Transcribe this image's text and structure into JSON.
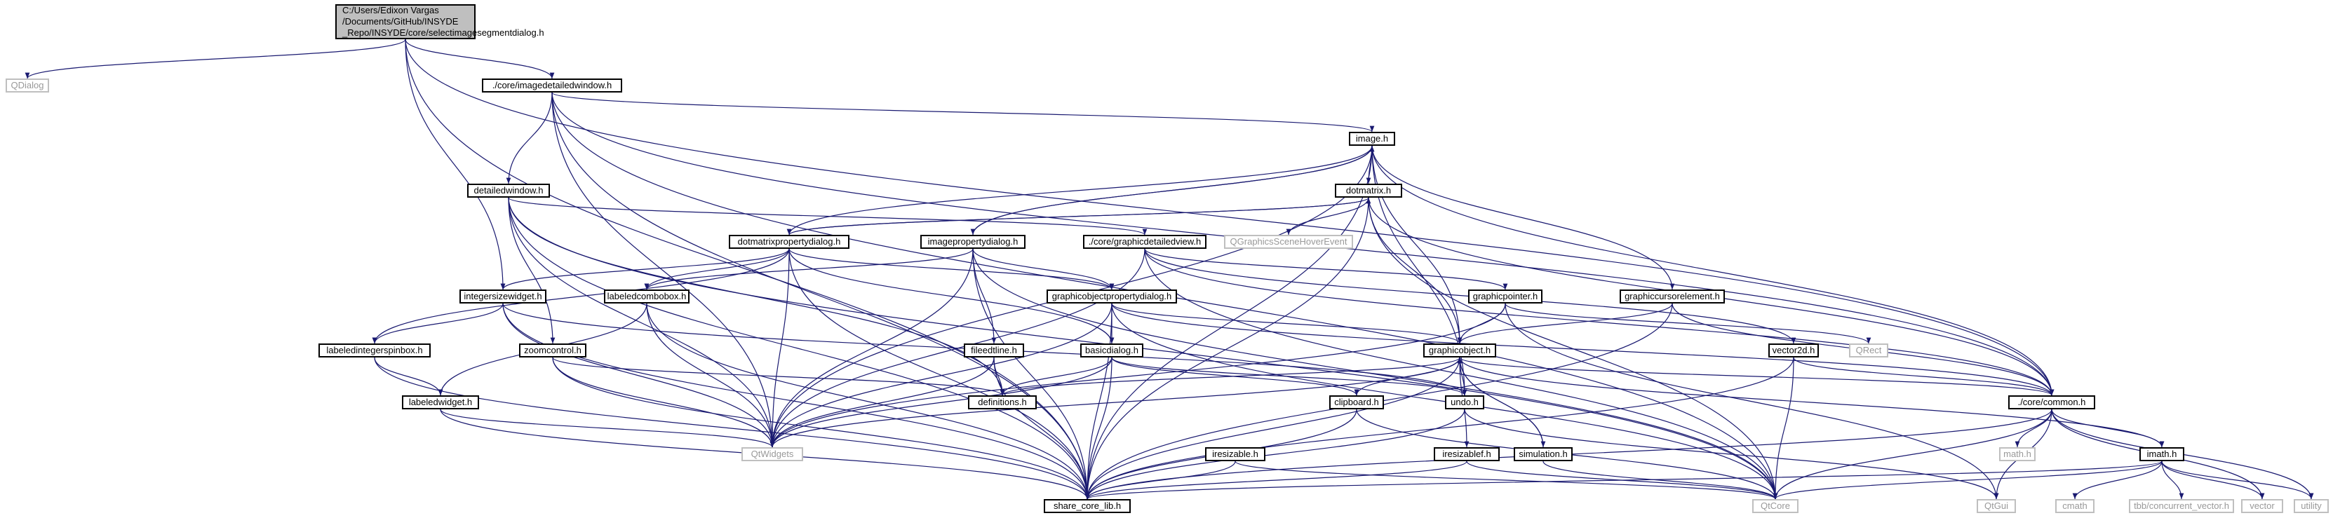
{
  "colors": {
    "edge": "#191970",
    "root_fill": "#bfbfbf",
    "node_border": "#000000",
    "external_text": "#999999"
  },
  "nodes": [
    {
      "id": "root",
      "label": "C:/Users/Edixon Vargas /Documents/GitHub/INSYDE _Repo/INSYDE/core/selectimagesegmentdialog.h",
      "kind": "root"
    },
    {
      "id": "qdialog",
      "label": "QDialog",
      "kind": "external"
    },
    {
      "id": "imagedetailedwindow",
      "label": "./core/imagedetailedwindow.h",
      "kind": "file"
    },
    {
      "id": "image",
      "label": "image.h",
      "kind": "file"
    },
    {
      "id": "detailedwindow",
      "label": "detailedwindow.h",
      "kind": "file"
    },
    {
      "id": "dotmatrix",
      "label": "dotmatrix.h",
      "kind": "file"
    },
    {
      "id": "dotmatrixpropertydialog",
      "label": "dotmatrixpropertydialog.h",
      "kind": "file"
    },
    {
      "id": "imagepropertydialog",
      "label": "imagepropertydialog.h",
      "kind": "file"
    },
    {
      "id": "graphicdetailedview",
      "label": "./core/graphicdetailedview.h",
      "kind": "file"
    },
    {
      "id": "qgraphicsscenehoverevent",
      "label": "QGraphicsSceneHoverEvent",
      "kind": "external"
    },
    {
      "id": "integersizewidget",
      "label": "integersizewidget.h",
      "kind": "file"
    },
    {
      "id": "labeledcombobox",
      "label": "labeledcombobox.h",
      "kind": "file"
    },
    {
      "id": "graphicobjectpropertydialog",
      "label": "graphicobjectpropertydialog.h",
      "kind": "file"
    },
    {
      "id": "graphicpointer",
      "label": "graphicpointer.h",
      "kind": "file"
    },
    {
      "id": "graphiccursorelement",
      "label": "graphiccursorelement.h",
      "kind": "file"
    },
    {
      "id": "labeledintegerspinbox",
      "label": "labeledintegerspinbox.h",
      "kind": "file"
    },
    {
      "id": "zoomcontrol",
      "label": "zoomcontrol.h",
      "kind": "file"
    },
    {
      "id": "fileedtline",
      "label": "fileedtline.h",
      "kind": "file"
    },
    {
      "id": "basicdialog",
      "label": "basicdialog.h",
      "kind": "file"
    },
    {
      "id": "graphicobject",
      "label": "graphicobject.h",
      "kind": "file"
    },
    {
      "id": "vector2d",
      "label": "vector2d.h",
      "kind": "file"
    },
    {
      "id": "qrect",
      "label": "QRect",
      "kind": "external"
    },
    {
      "id": "labeledwidget",
      "label": "labeledwidget.h",
      "kind": "file"
    },
    {
      "id": "definitions",
      "label": "definitions.h",
      "kind": "file"
    },
    {
      "id": "clipboard",
      "label": "clipboard.h",
      "kind": "file"
    },
    {
      "id": "undo",
      "label": "undo.h",
      "kind": "file"
    },
    {
      "id": "common",
      "label": "./core/common.h",
      "kind": "file"
    },
    {
      "id": "qtwidgets",
      "label": "QtWidgets",
      "kind": "external"
    },
    {
      "id": "iresizable",
      "label": "iresizable.h",
      "kind": "file"
    },
    {
      "id": "iresizablef",
      "label": "iresizablef.h",
      "kind": "file"
    },
    {
      "id": "simulation",
      "label": "simulation.h",
      "kind": "file"
    },
    {
      "id": "math",
      "label": "math.h",
      "kind": "external"
    },
    {
      "id": "imath",
      "label": "imath.h",
      "kind": "file"
    },
    {
      "id": "sharecorelib",
      "label": "share_core_lib.h",
      "kind": "file"
    },
    {
      "id": "qtcore",
      "label": "QtCore",
      "kind": "external"
    },
    {
      "id": "qtgui",
      "label": "QtGui",
      "kind": "external"
    },
    {
      "id": "cmath",
      "label": "cmath",
      "kind": "external"
    },
    {
      "id": "tbbconcurrent",
      "label": "tbb/concurrent_vector.h",
      "kind": "external"
    },
    {
      "id": "vector",
      "label": "vector",
      "kind": "external"
    },
    {
      "id": "utility",
      "label": "utility",
      "kind": "external"
    }
  ],
  "edges": [
    [
      "root",
      "qdialog"
    ],
    [
      "root",
      "imagedetailedwindow"
    ],
    [
      "root",
      "integersizewidget"
    ],
    [
      "root",
      "sharecorelib"
    ],
    [
      "root",
      "common"
    ],
    [
      "imagedetailedwindow",
      "image"
    ],
    [
      "imagedetailedwindow",
      "detailedwindow"
    ],
    [
      "imagedetailedwindow",
      "qtwidgets"
    ],
    [
      "imagedetailedwindow",
      "sharecorelib"
    ],
    [
      "imagedetailedwindow",
      "common"
    ],
    [
      "imagedetailedwindow",
      "qtcore"
    ],
    [
      "image",
      "dotmatrix"
    ],
    [
      "image",
      "imagepropertydialog"
    ],
    [
      "image",
      "graphicobject"
    ],
    [
      "image",
      "graphiccursorelement"
    ],
    [
      "image",
      "common"
    ],
    [
      "image",
      "qtwidgets"
    ],
    [
      "image",
      "sharecorelib"
    ],
    [
      "image",
      "undo"
    ],
    [
      "detailedwindow",
      "graphicdetailedview"
    ],
    [
      "detailedwindow",
      "zoomcontrol"
    ],
    [
      "detailedwindow",
      "definitions"
    ],
    [
      "detailedwindow",
      "qtwidgets"
    ],
    [
      "detailedwindow",
      "sharecorelib"
    ],
    [
      "detailedwindow",
      "qtcore"
    ],
    [
      "dotmatrix",
      "dotmatrixpropertydialog"
    ],
    [
      "dotmatrix",
      "qgraphicsscenehoverevent"
    ],
    [
      "dotmatrix",
      "graphicobject"
    ],
    [
      "dotmatrix",
      "common"
    ],
    [
      "dotmatrix",
      "sharecorelib"
    ],
    [
      "dotmatrix",
      "qtcore"
    ],
    [
      "dotmatrixpropertydialog",
      "integersizewidget"
    ],
    [
      "dotmatrixpropertydialog",
      "labeledcombobox"
    ],
    [
      "dotmatrixpropertydialog",
      "graphicobjectpropertydialog"
    ],
    [
      "dotmatrixpropertydialog",
      "labeledintegerspinbox"
    ],
    [
      "dotmatrixpropertydialog",
      "basicdialog"
    ],
    [
      "dotmatrixpropertydialog",
      "qtwidgets"
    ],
    [
      "dotmatrixpropertydialog",
      "sharecorelib"
    ],
    [
      "dotmatrixpropertydialog",
      "dotmatrix"
    ],
    [
      "dotmatrixpropertydialog",
      "image"
    ],
    [
      "imagepropertydialog",
      "graphicobjectpropertydialog"
    ],
    [
      "imagepropertydialog",
      "fileedtline"
    ],
    [
      "imagepropertydialog",
      "labeledcombobox"
    ],
    [
      "imagepropertydialog",
      "qtwidgets"
    ],
    [
      "imagepropertydialog",
      "sharecorelib"
    ],
    [
      "imagepropertydialog",
      "qtcore"
    ],
    [
      "imagepropertydialog",
      "image"
    ],
    [
      "graphicdetailedview",
      "graphicpointer"
    ],
    [
      "graphicdetailedview",
      "vector2d"
    ],
    [
      "graphicdetailedview",
      "qtwidgets"
    ],
    [
      "graphicdetailedview",
      "qtcore"
    ],
    [
      "graphicdetailedview",
      "common"
    ],
    [
      "integersizewidget",
      "labeledintegerspinbox"
    ],
    [
      "integersizewidget",
      "qtwidgets"
    ],
    [
      "integersizewidget",
      "sharecorelib"
    ],
    [
      "integersizewidget",
      "undo"
    ],
    [
      "labeledcombobox",
      "labeledwidget"
    ],
    [
      "labeledcombobox",
      "qtwidgets"
    ],
    [
      "labeledcombobox",
      "sharecorelib"
    ],
    [
      "graphicobjectpropertydialog",
      "basicdialog"
    ],
    [
      "graphicobjectpropertydialog",
      "graphicobject"
    ],
    [
      "graphicobjectpropertydialog",
      "qtwidgets"
    ],
    [
      "graphicobjectpropertydialog",
      "sharecorelib"
    ],
    [
      "graphicobjectpropertydialog",
      "qtcore"
    ],
    [
      "graphicobjectpropertydialog",
      "common"
    ],
    [
      "graphicpointer",
      "graphicobject"
    ],
    [
      "graphicpointer",
      "qrect"
    ],
    [
      "graphicpointer",
      "qtgui"
    ],
    [
      "graphicpointer",
      "qtwidgets"
    ],
    [
      "graphiccursorelement",
      "graphicobject"
    ],
    [
      "graphiccursorelement",
      "sharecorelib"
    ],
    [
      "graphiccursorelement",
      "common"
    ],
    [
      "labeledintegerspinbox",
      "labeledwidget"
    ],
    [
      "labeledintegerspinbox",
      "sharecorelib"
    ],
    [
      "zoomcontrol",
      "definitions"
    ],
    [
      "zoomcontrol",
      "qtwidgets"
    ],
    [
      "zoomcontrol",
      "sharecorelib"
    ],
    [
      "fileedtline",
      "definitions"
    ],
    [
      "fileedtline",
      "qtwidgets"
    ],
    [
      "fileedtline",
      "sharecorelib"
    ],
    [
      "basicdialog",
      "definitions"
    ],
    [
      "basicdialog",
      "clipboard"
    ],
    [
      "basicdialog",
      "undo"
    ],
    [
      "basicdialog",
      "qtwidgets"
    ],
    [
      "basicdialog",
      "sharecorelib"
    ],
    [
      "graphicobject",
      "definitions"
    ],
    [
      "graphicobject",
      "clipboard"
    ],
    [
      "graphicobject",
      "undo"
    ],
    [
      "graphicobject",
      "iresizablef"
    ],
    [
      "graphicobject",
      "simulation"
    ],
    [
      "graphicobject",
      "common"
    ],
    [
      "graphicobject",
      "imath"
    ],
    [
      "graphicobject",
      "qtwidgets"
    ],
    [
      "graphicobject",
      "sharecorelib"
    ],
    [
      "vector2d",
      "common"
    ],
    [
      "vector2d",
      "sharecorelib"
    ],
    [
      "vector2d",
      "qtcore"
    ],
    [
      "labeledwidget",
      "qtwidgets"
    ],
    [
      "labeledwidget",
      "sharecorelib"
    ],
    [
      "clipboard",
      "sharecorelib"
    ],
    [
      "clipboard",
      "qtcore"
    ],
    [
      "undo",
      "sharecorelib"
    ],
    [
      "undo",
      "qtgui"
    ],
    [
      "common",
      "math"
    ],
    [
      "common",
      "imath"
    ],
    [
      "common",
      "sharecorelib"
    ],
    [
      "common",
      "qtcore"
    ],
    [
      "common",
      "qtgui"
    ],
    [
      "common",
      "vector"
    ],
    [
      "common",
      "utility"
    ],
    [
      "iresizable",
      "sharecorelib"
    ],
    [
      "iresizable",
      "qtcore"
    ],
    [
      "iresizablef",
      "sharecorelib"
    ],
    [
      "iresizablef",
      "qtcore"
    ],
    [
      "simulation",
      "qtcore"
    ],
    [
      "simulation",
      "graphicobject"
    ],
    [
      "imath",
      "cmath"
    ],
    [
      "imath",
      "tbbconcurrent"
    ],
    [
      "imath",
      "vector"
    ],
    [
      "imath",
      "utility"
    ],
    [
      "imath",
      "sharecorelib"
    ],
    [
      "imath",
      "qtcore"
    ]
  ]
}
